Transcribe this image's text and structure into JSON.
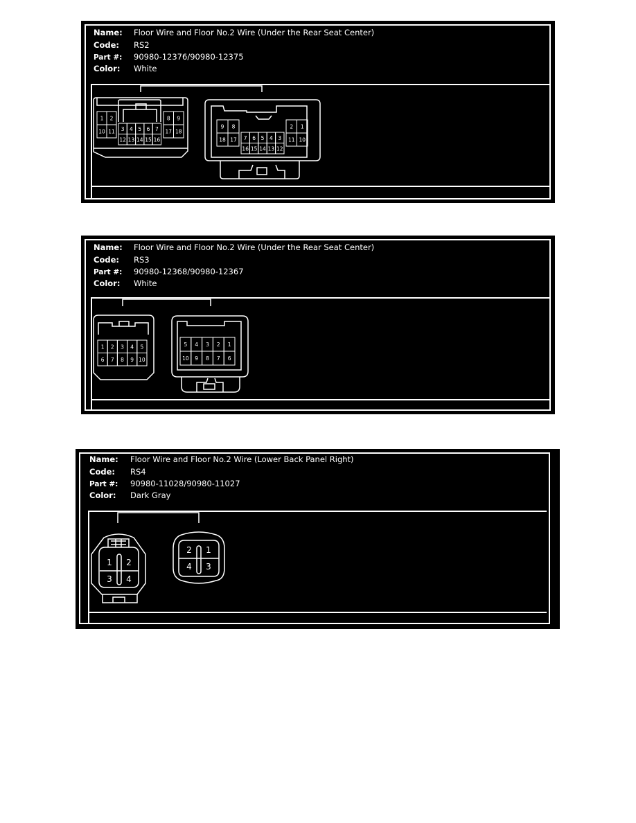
{
  "field_labels": {
    "name": "Name:",
    "code": "Code:",
    "part": "Part #:",
    "color": "Color:"
  },
  "connectors": [
    {
      "name": "Floor Wire and Floor No.2 Wire (Under the Rear Seat Center)",
      "code": "RS2",
      "part_number": "90980-12376/90980-12375",
      "color": "White",
      "left_pins": {
        "left_block": [
          [
            "1",
            "2"
          ],
          [
            "10",
            "11"
          ]
        ],
        "middle_block": [
          [
            "3",
            "4",
            "5",
            "6",
            "7"
          ],
          [
            "12",
            "13",
            "14",
            "15",
            "16"
          ]
        ],
        "right_block": [
          [
            "8",
            "9"
          ],
          [
            "17",
            "18"
          ]
        ]
      },
      "right_pins": {
        "left_block": [
          [
            "9",
            "8"
          ],
          [
            "18",
            "17"
          ]
        ],
        "middle_block": [
          [
            "7",
            "6",
            "5",
            "4",
            "3"
          ],
          [
            "16",
            "15",
            "14",
            "13",
            "12"
          ]
        ],
        "right_block": [
          [
            "2",
            "1"
          ],
          [
            "11",
            "10"
          ]
        ]
      }
    },
    {
      "name": "Floor Wire and Floor No.2 Wire (Under the Rear Seat Center)",
      "code": "RS3",
      "part_number": "90980-12368/90980-12367",
      "color": "White",
      "left_pins": {
        "block": [
          [
            "1",
            "2",
            "3",
            "4",
            "5"
          ],
          [
            "6",
            "7",
            "8",
            "9",
            "10"
          ]
        ]
      },
      "right_pins": {
        "block": [
          [
            "5",
            "4",
            "3",
            "2",
            "1"
          ],
          [
            "10",
            "9",
            "8",
            "7",
            "6"
          ]
        ]
      }
    },
    {
      "name": "Floor Wire and Floor No.2 Wire (Lower Back Panel Right)",
      "code": "RS4",
      "part_number": "90980-11028/90980-11027",
      "color": "Dark Gray",
      "left_pins": {
        "block": [
          [
            "1",
            "2"
          ],
          [
            "3",
            "4"
          ]
        ]
      },
      "right_pins": {
        "block": [
          [
            "2",
            "1"
          ],
          [
            "4",
            "3"
          ]
        ]
      }
    }
  ],
  "colors": {
    "background": "#000000",
    "line": "#ffffff",
    "page": "#ffffff"
  }
}
